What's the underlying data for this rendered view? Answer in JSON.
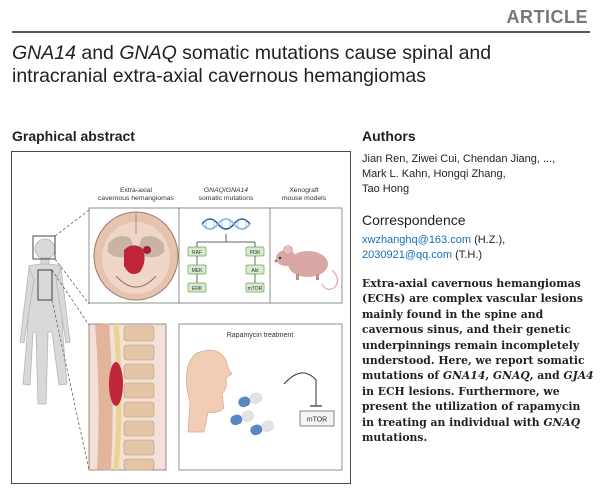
{
  "header": {
    "badge": "ARTICLE"
  },
  "title": {
    "gene1": "GNA14",
    "and1": " and ",
    "gene2": "GNAQ",
    "rest": " somatic mutations cause spinal and intracranial extra-axial cavernous hemangiomas"
  },
  "graphical_abstract": {
    "heading": "Graphical abstract",
    "panel_brain": {
      "title_line1": "Extra-axial",
      "title_line2": "cavernous hemangiomas"
    },
    "panel_mutations": {
      "title_gene1": "GNAQ",
      "title_slash": "/",
      "title_gene2": "GNA14",
      "title_line2": "somatic mutations",
      "left_pathway": [
        "RAF",
        "MEK",
        "ERK"
      ],
      "right_pathway": [
        "PI3K",
        "Akt",
        "mTOR"
      ]
    },
    "panel_xenograft": {
      "title_line1": "Xenograft",
      "title_line2": "mouse models"
    },
    "panel_rapamycin": {
      "title": "Rapamycin treatment",
      "target": "mTOR"
    }
  },
  "authors": {
    "heading": "Authors",
    "line1": "Jian Ren, Ziwei Cui, Chendan Jiang, ...,",
    "line2": "Mark L. Kahn, Hongqi Zhang,",
    "line3": "Tao Hong"
  },
  "correspondence": {
    "heading": "Correspondence",
    "email1": "xwzhanghq@163.com",
    "email1_suffix": " (H.Z.),",
    "email2": "2030921@qq.com",
    "email2_suffix": " (T.H.)"
  },
  "abstract": {
    "part1": "Extra-axial cavernous hemangiomas (ECHs) are complex vascular lesions mainly found in the spine and cavernous sinus, and their genetic underpinnings remain incompletely understood. Here, we report somatic mutations of ",
    "gene1": "GNA14",
    "sep1": ", ",
    "gene2": "GNAQ",
    "sep2": ", and ",
    "gene3": "GJA4",
    "part2": " in ECH lesions. Furthermore, we present the utilization of rapamycin in treating an individual with ",
    "gene4": "GNAQ",
    "part3": " mutations."
  },
  "colors": {
    "link": "#1570b8",
    "badge": "#76777b",
    "text": "#231f20",
    "lesion": "#c0263a",
    "pill_blue": "#5b86c4",
    "mouse": "#d9a7a4"
  }
}
